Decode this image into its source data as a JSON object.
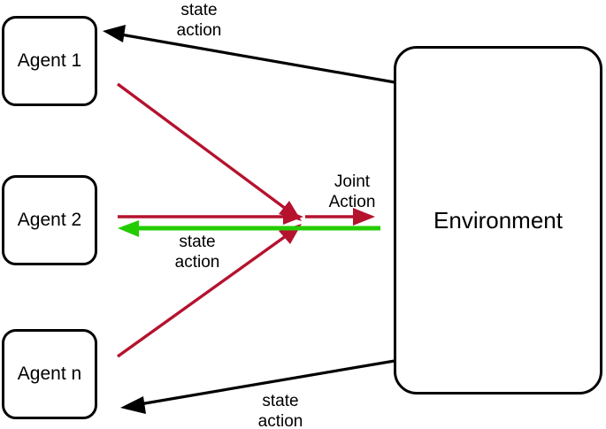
{
  "diagram": {
    "title": "Multi-agent reinforcement learning interaction diagram",
    "colors": {
      "agent_action": "#b5122e",
      "state_feedback": "#22cc00",
      "outline": "#000000",
      "background": "#ffffff"
    },
    "nodes": {
      "agent1": {
        "label": "Agent 1"
      },
      "agent2": {
        "label": "Agent 2"
      },
      "agentn": {
        "label": "Agent n"
      },
      "environment": {
        "label": "Environment"
      }
    },
    "edge_labels": {
      "top_state_action": "state\naction",
      "middle_state_action": "state\naction",
      "bottom_state_action": "state\naction",
      "joint_action": "Joint\nAction"
    }
  }
}
